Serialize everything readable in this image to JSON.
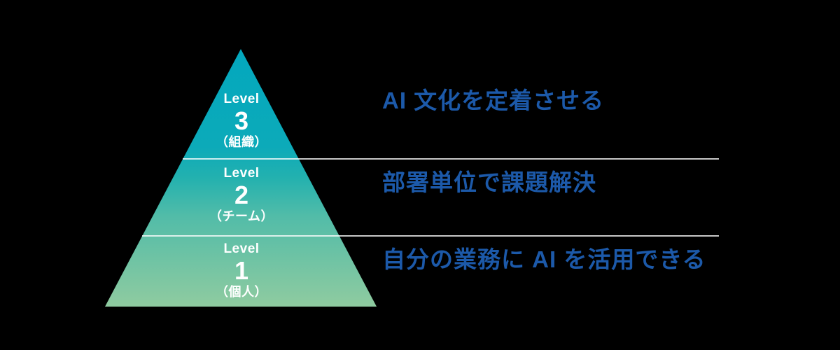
{
  "colors": {
    "background": "#000000",
    "pyramid_gradient_top": "#03a8be",
    "pyramid_gradient_bottom": "#8fcba0",
    "divider_line": "#ffffff",
    "level_label_text": "#ffffff",
    "description_text": "#1c59a9"
  },
  "pyramid": {
    "levels": [
      {
        "level_word": "Level",
        "number": "3",
        "scope": "（組織）",
        "description": "AI 文化を定着させる"
      },
      {
        "level_word": "Level",
        "number": "2",
        "scope": "（チーム）",
        "description": "部署単位で課題解決"
      },
      {
        "level_word": "Level",
        "number": "1",
        "scope": "（個人）",
        "description": "自分の業務に AI を活用できる"
      }
    ]
  }
}
